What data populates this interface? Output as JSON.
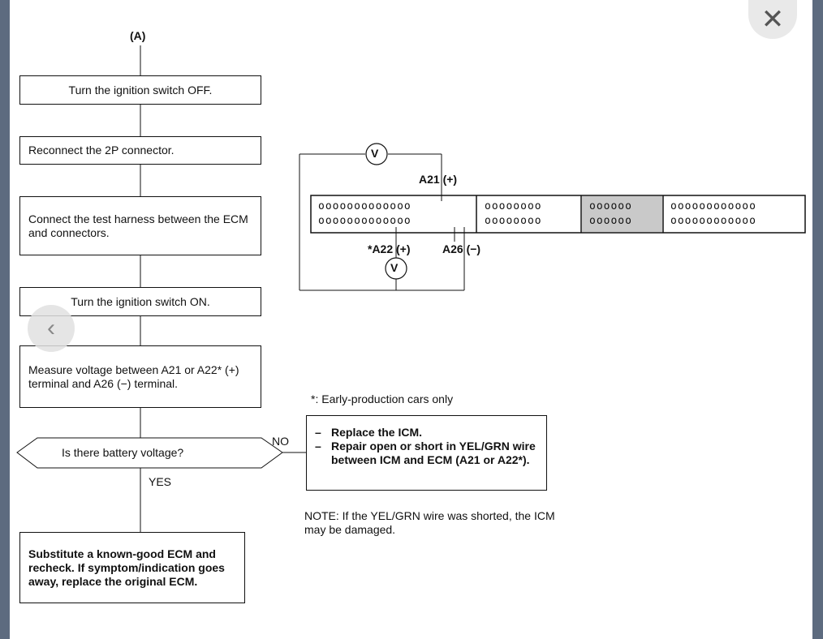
{
  "flow": {
    "start_label": "(A)",
    "step1": "Turn the ignition switch OFF.",
    "step2": "Reconnect the 2P connector.",
    "step3": "Connect the test harness between the ECM and connectors.",
    "step4": "Turn the ignition switch ON.",
    "step5": "Measure voltage between A21 or A22* (+) terminal and A26 (−) terminal.",
    "decision": "Is there battery voltage?",
    "no_label": "NO",
    "yes_label": "YES",
    "no_actions": [
      "Replace the ICM.",
      "Repair open or short in YEL/GRN wire between ICM and ECM (A21 or A22*)."
    ],
    "yes_action": "Substitute a known-good ECM and recheck. If symptom/indication goes away, replace the original ECM.",
    "footnote": "*: Early-production cars only",
    "note": "NOTE: If the YEL/GRN wire was shorted, the ICM may be damaged."
  },
  "connector": {
    "label_a21": "A21 (+)",
    "label_a22": "*A22 (+)",
    "label_a26": "A26 (−)",
    "meter_symbol": "V",
    "blocks": [
      {
        "row1": "ooooooooooooo",
        "row2": "ooooooooooooo"
      },
      {
        "row1": "oooooooo",
        "row2": "oooooooo"
      },
      {
        "row1": "oooooo",
        "row2": "oooooo"
      },
      {
        "row1": "oooooooooooo",
        "row2": "oooooooooooo"
      }
    ]
  },
  "viewer": {
    "close_icon": "✕",
    "prev_icon": "‹"
  }
}
